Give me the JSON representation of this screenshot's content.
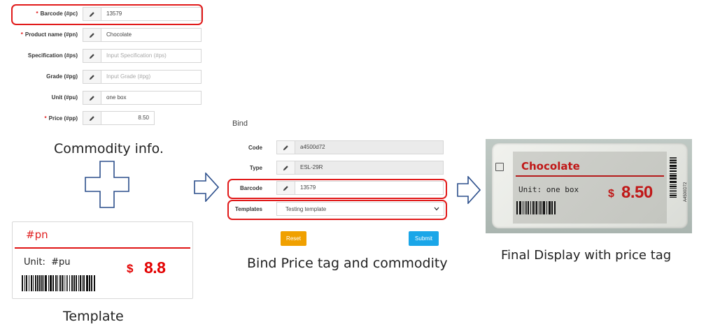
{
  "commodity_form": {
    "fields": [
      {
        "label": "Barcode (#pc)",
        "required": true,
        "value": "13579",
        "placeholder": ""
      },
      {
        "label": "Product name (#pn)",
        "required": true,
        "value": "Chocolate",
        "placeholder": ""
      },
      {
        "label": "Specification (#ps)",
        "required": false,
        "value": "",
        "placeholder": "Input Specification (#ps)"
      },
      {
        "label": "Grade (#pg)",
        "required": false,
        "value": "",
        "placeholder": "Input Grade (#pg)"
      },
      {
        "label": "Unit (#pu)",
        "required": false,
        "value": "one box",
        "placeholder": ""
      },
      {
        "label": "Price (#pp)",
        "required": true,
        "value": "8.50",
        "placeholder": ""
      }
    ],
    "caption": "Commodity info."
  },
  "template_card": {
    "name_placeholder": "#pn",
    "unit_label": "Unit:",
    "unit_placeholder": "#pu",
    "currency": "$",
    "price": "8.8",
    "caption": "Template"
  },
  "bind_form": {
    "title": "Bind",
    "fields": [
      {
        "label": "Code",
        "value": "a4500d72"
      },
      {
        "label": "Type",
        "value": "ESL-29R"
      },
      {
        "label": "Barcode",
        "value": "13579"
      }
    ],
    "templates_label": "Templates",
    "templates_selected": "Testing template",
    "reset_label": "Reset",
    "submit_label": "Submit",
    "caption": "Bind Price tag and commodity"
  },
  "final_display": {
    "product_name": "Chocolate",
    "unit_text": "Unit: one box",
    "currency": "$",
    "price": "8.50",
    "tag_id": "A4500D72",
    "caption": "Final Display with price tag"
  },
  "colors": {
    "highlight": "#e11a1a",
    "price_red": "#e30000",
    "reset": "#f0a000",
    "submit": "#1aa6e8",
    "arrow": "#2c4f8c"
  },
  "icons": [
    "pencil-icon",
    "chevron-down-icon",
    "plus-icon",
    "arrow-right-icon",
    "barcode-icon"
  ]
}
